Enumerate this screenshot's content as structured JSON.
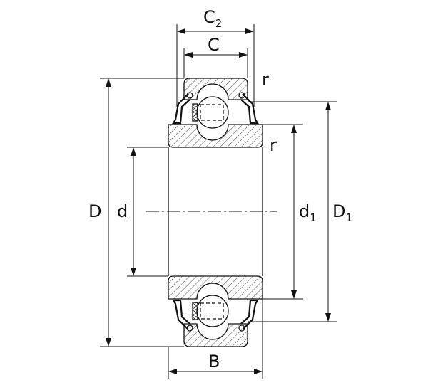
{
  "title": "Ball bearing unit dimensions",
  "labels": {
    "C2": "C",
    "C2_sub": "2",
    "C": "C",
    "r_top": "r",
    "r_inner": "r",
    "D": "D",
    "d": "d",
    "d1": "d",
    "d1_sub": "1",
    "D1": "D",
    "D1_sub": "1",
    "B": "B"
  },
  "colors": {
    "line": "#111111",
    "background": "#ffffff"
  }
}
